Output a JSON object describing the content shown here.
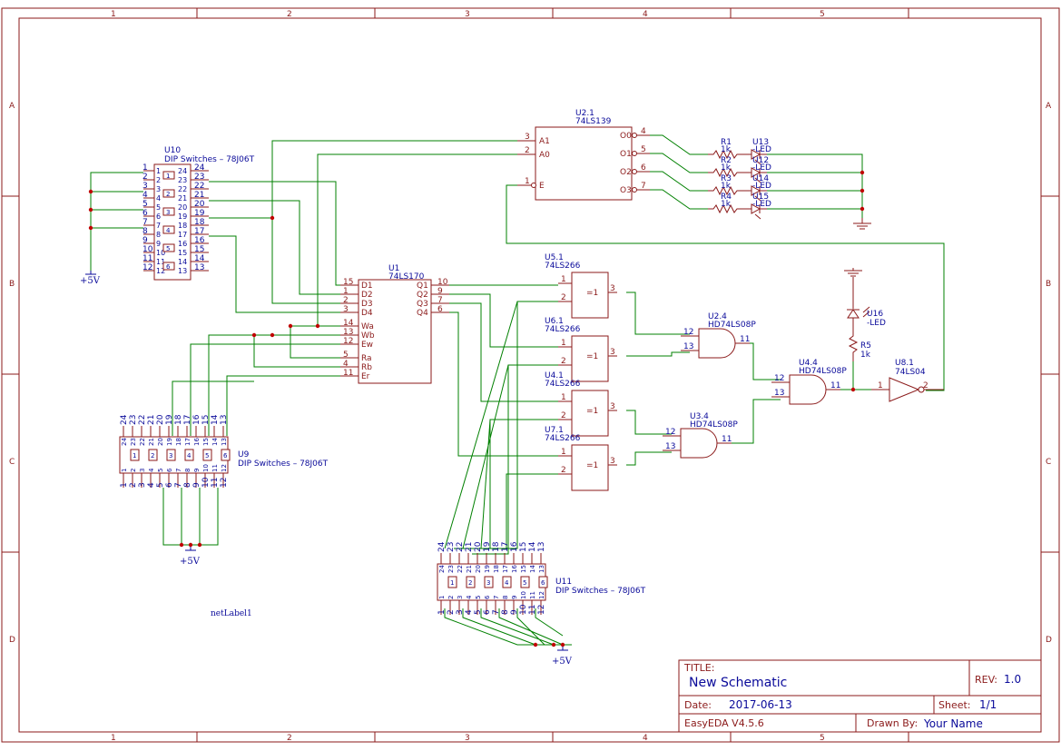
{
  "frame": {
    "columns": [
      "1",
      "2",
      "3",
      "4",
      "5"
    ],
    "rows": [
      "A",
      "B",
      "C",
      "D"
    ]
  },
  "title_block": {
    "title_label": "TITLE:",
    "title": "New Schematic",
    "rev_label": "REV:",
    "rev": "1.0",
    "date_label": "Date:",
    "date": "2017-06-13",
    "sheet_label": "Sheet:",
    "sheet": "1/1",
    "software": "EasyEDA V4.5.6",
    "drawn_by_label": "Drawn By:",
    "drawn_by": "Your Name"
  },
  "components": {
    "u10": {
      "ref": "U10",
      "value": "DIP Switches – 78J06T"
    },
    "u9": {
      "ref": "U9",
      "value": "DIP Switches – 78J06T"
    },
    "u11": {
      "ref": "U11",
      "value": "DIP Switches – 78J06T"
    },
    "u1": {
      "ref": "U1",
      "value": "74LS170",
      "left_pins": [
        {
          "num": "15",
          "name": "D1"
        },
        {
          "num": "1",
          "name": "D2"
        },
        {
          "num": "2",
          "name": "D3"
        },
        {
          "num": "3",
          "name": "D4"
        },
        {
          "num": "14",
          "name": "Wa"
        },
        {
          "num": "13",
          "name": "Wb"
        },
        {
          "num": "12",
          "name": "Ew"
        },
        {
          "num": "5",
          "name": "Ra"
        },
        {
          "num": "4",
          "name": "Rb"
        },
        {
          "num": "11",
          "name": "Er"
        }
      ],
      "right_pins": [
        {
          "num": "10",
          "name": "Q1"
        },
        {
          "num": "9",
          "name": "Q2"
        },
        {
          "num": "7",
          "name": "Q3"
        },
        {
          "num": "6",
          "name": "Q4"
        }
      ]
    },
    "u2_1": {
      "ref": "U2.1",
      "value": "74LS139",
      "left_pins": [
        {
          "num": "3",
          "name": "A1"
        },
        {
          "num": "2",
          "name": "A0"
        },
        {
          "num": "1",
          "name": "E"
        }
      ],
      "right_pins": [
        {
          "num": "4",
          "name": "O0"
        },
        {
          "num": "5",
          "name": "O1"
        },
        {
          "num": "6",
          "name": "O2"
        },
        {
          "num": "7",
          "name": "O3"
        }
      ]
    },
    "resistors": [
      {
        "ref": "R1",
        "value": "1k"
      },
      {
        "ref": "R2",
        "value": "1k"
      },
      {
        "ref": "R3",
        "value": "1k"
      },
      {
        "ref": "R4",
        "value": "1k"
      }
    ],
    "leds": [
      {
        "ref": "U13",
        "value": "-LED"
      },
      {
        "ref": "U12",
        "value": "-LED"
      },
      {
        "ref": "U14",
        "value": "-LED"
      },
      {
        "ref": "U15",
        "value": "-LED"
      }
    ],
    "u5_1": {
      "ref": "U5.1",
      "value": "74LS266",
      "in1": "1",
      "in2": "2",
      "out": "3",
      "sym": "=1"
    },
    "u6_1": {
      "ref": "U6.1",
      "value": "74LS266",
      "in1": "1",
      "in2": "2",
      "out": "3",
      "sym": "=1"
    },
    "u4_1": {
      "ref": "U4.1",
      "value": "74LS266",
      "in1": "1",
      "in2": "2",
      "out": "3",
      "sym": "=1"
    },
    "u7_1": {
      "ref": "U7.1",
      "value": "74LS266",
      "in1": "1",
      "in2": "2",
      "out": "3",
      "sym": "=1"
    },
    "u2_4": {
      "ref": "U2.4",
      "value": "HD74LS08P",
      "in1": "12",
      "in2": "13",
      "out": "11"
    },
    "u3_4": {
      "ref": "U3.4",
      "value": "HD74LS08P",
      "in1": "12",
      "in2": "13",
      "out": "11"
    },
    "u4_4": {
      "ref": "U4.4",
      "value": "HD74LS08P",
      "in1": "12",
      "in2": "13",
      "out": "11"
    },
    "u8_1": {
      "ref": "U8.1",
      "value": "74LS04",
      "in": "1",
      "out": "2"
    },
    "u16": {
      "ref": "U16",
      "value": "-LED"
    },
    "r5": {
      "ref": "R5",
      "value": "1k"
    }
  },
  "power": {
    "vcc": "+5V"
  },
  "net_label": "netLabel1"
}
